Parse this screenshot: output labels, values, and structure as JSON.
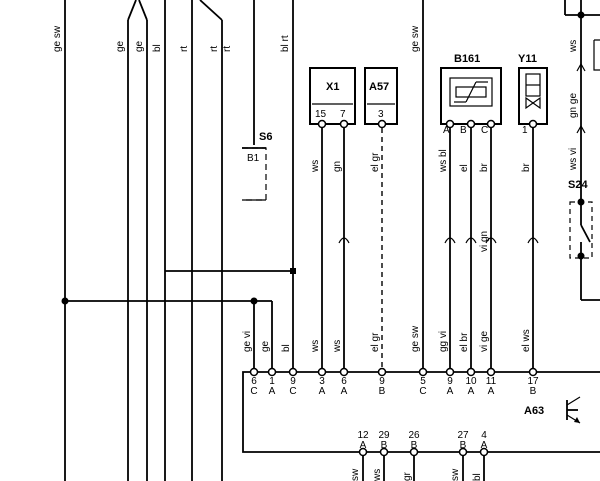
{
  "top_wire_labels": [
    {
      "id": "w1",
      "text": "ge sw"
    },
    {
      "id": "w2",
      "text": "ge"
    },
    {
      "id": "w3",
      "text": "ge"
    },
    {
      "id": "w4",
      "text": "bl"
    },
    {
      "id": "w5",
      "text": "rt"
    },
    {
      "id": "w6",
      "text": "rt"
    },
    {
      "id": "w7",
      "text": "rt"
    },
    {
      "id": "w8",
      "text": "bl rt"
    },
    {
      "id": "w9",
      "text": "ge sw"
    },
    {
      "id": "w10",
      "text": "ws"
    },
    {
      "id": "w11",
      "text": "gn ge"
    },
    {
      "id": "w12",
      "text": "ws vi"
    }
  ],
  "components": {
    "s6": {
      "name": "S6",
      "pin": "B1"
    },
    "x1": {
      "name": "X1",
      "pins": [
        "15",
        "7"
      ]
    },
    "a57": {
      "name": "A57",
      "pins": [
        "3"
      ]
    },
    "b161": {
      "name": "B161",
      "pins": [
        "A",
        "B",
        "C"
      ]
    },
    "y11": {
      "name": "Y11",
      "pins": [
        "1"
      ]
    },
    "s24": {
      "name": "S24"
    },
    "a63": {
      "name": "A63"
    }
  },
  "mid_wire_labels": [
    "ws",
    "gn",
    "el gr",
    "ws bl",
    "el",
    "br",
    "vi gn",
    "br"
  ],
  "lower_wire_labels": [
    "ge vi",
    "ge",
    "bl",
    "ws",
    "ws",
    "el gr",
    "ge sw",
    "gg vi",
    "el br",
    "vi ge",
    "el ws"
  ],
  "a63_top_pins": [
    {
      "num": "6",
      "letter": "C"
    },
    {
      "num": "1",
      "letter": "A"
    },
    {
      "num": "9",
      "letter": "C"
    },
    {
      "num": "3",
      "letter": "A"
    },
    {
      "num": "6",
      "letter": "A"
    },
    {
      "num": "9",
      "letter": "B"
    },
    {
      "num": "5",
      "letter": "C"
    },
    {
      "num": "9",
      "letter": "A"
    },
    {
      "num": "10",
      "letter": "A"
    },
    {
      "num": "11",
      "letter": "A"
    },
    {
      "num": "17",
      "letter": "B"
    }
  ],
  "a63_bottom_pins": [
    {
      "num": "12",
      "letter": "A"
    },
    {
      "num": "29",
      "letter": "B"
    },
    {
      "num": "26",
      "letter": "B"
    },
    {
      "num": "27",
      "letter": "B"
    },
    {
      "num": "4",
      "letter": "A"
    }
  ],
  "bottom_wire_labels": [
    "sw",
    "ws",
    "gr",
    "sw",
    "bl"
  ]
}
